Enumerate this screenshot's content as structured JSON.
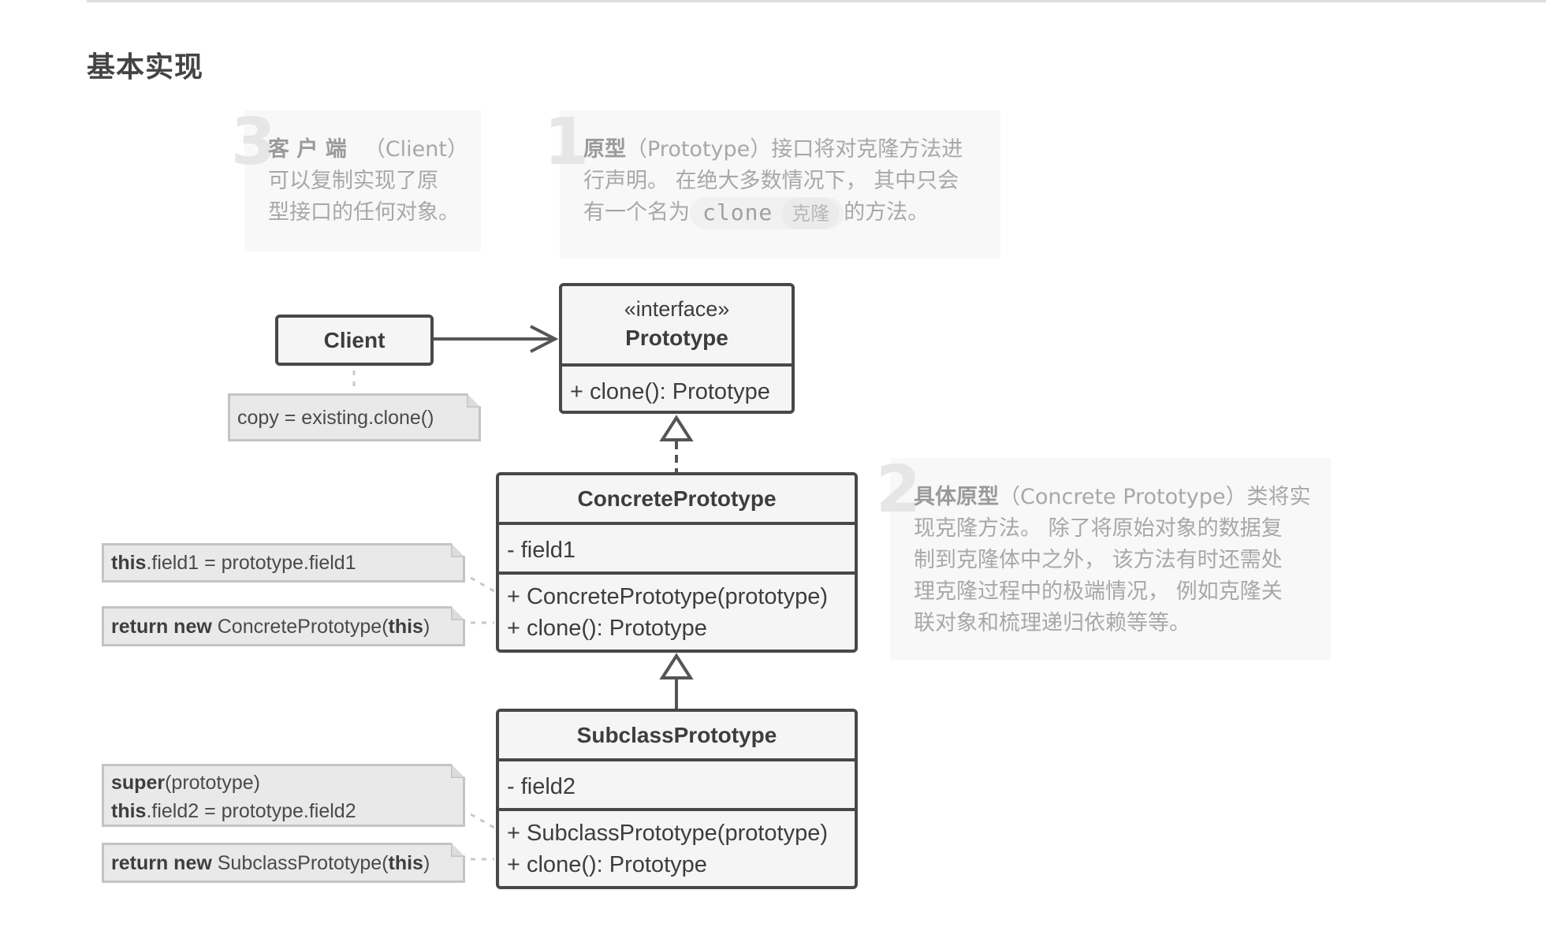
{
  "page": {
    "title": "基本实现"
  },
  "callouts": [
    {
      "id": "client",
      "number": "3",
      "term": "客 户 端",
      "term_en": "（Client）",
      "lines": [
        "可以复制实现了原",
        "型接口的任何对象。"
      ]
    },
    {
      "id": "prototype",
      "number": "1",
      "term": "原型",
      "term_en": "（Prototype）",
      "line1_rest": "接口将对克隆方法进",
      "line2": "行声明。 在绝大多数情况下， 其中只会",
      "line3_before": "有一个名为",
      "code": "clone",
      "code_translation": "克隆",
      "line3_after": "的方法。"
    },
    {
      "id": "concrete-prototype",
      "number": "2",
      "term": "具体原型",
      "term_en": "（Concrete Prototype）",
      "line1_rest": "类将实",
      "lines": [
        "现克隆方法。 除了将原始对象的数据复",
        "制到克隆体中之外， 该方法有时还需处",
        "理克隆过程中的极端情况， 例如克隆关",
        "联对象和梳理递归依赖等等。"
      ]
    }
  ],
  "uml": {
    "client": {
      "name": "Client"
    },
    "prototype": {
      "stereotype": "«interface»",
      "name": "Prototype",
      "methods": [
        "+ clone(): Prototype"
      ]
    },
    "concrete": {
      "name": "ConcretePrototype",
      "fields": [
        "- field1"
      ],
      "methods": [
        "+ ConcretePrototype(prototype)",
        "+ clone(): Prototype"
      ]
    },
    "subclass": {
      "name": "SubclassPrototype",
      "fields": [
        "- field2"
      ],
      "methods": [
        "+ SubclassPrototype(prototype)",
        "+ clone(): Prototype"
      ]
    },
    "notes": {
      "client_note": {
        "text": "copy = existing.clone()"
      },
      "concrete_ctor": {
        "kw": "this",
        "rest": ".field1 = prototype.field1"
      },
      "concrete_clone": {
        "kw1": "return new",
        "mid": " ConcretePrototype(",
        "kw2": "this",
        "end": ")"
      },
      "subclass_ctor": {
        "kw1": "super",
        "rest1": "(prototype)",
        "kw2": "this",
        "rest2": ".field2 = prototype.field2"
      },
      "subclass_clone": {
        "kw1": "return new",
        "mid": " SubclassPrototype(",
        "kw2": "this",
        "end": ")"
      }
    },
    "relations": [
      {
        "from": "Client",
        "to": "Prototype",
        "type": "association"
      },
      {
        "from": "ConcretePrototype",
        "to": "Prototype",
        "type": "realization"
      },
      {
        "from": "SubclassPrototype",
        "to": "ConcretePrototype",
        "type": "inheritance"
      }
    ]
  }
}
